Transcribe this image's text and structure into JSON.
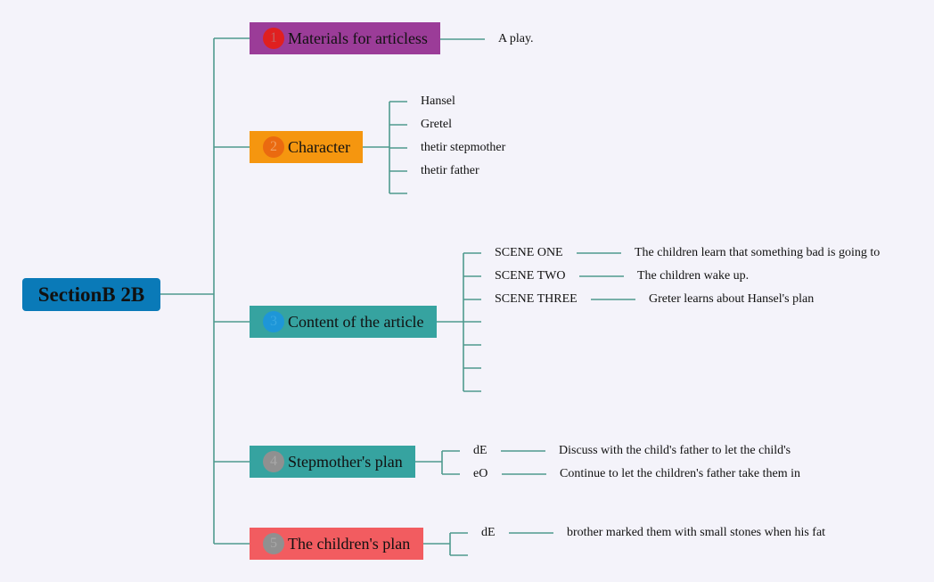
{
  "root": {
    "label": "SectionB 2B",
    "color": "#0a7ab8"
  },
  "line_color": "#4f9a8e",
  "topics": [
    {
      "number": "1",
      "label": "Materials for articless",
      "color": "#9b3c98",
      "badge_color": "#e02020",
      "badge_text_color": "#c46060",
      "children": [
        {
          "label": "A play.",
          "detail": ""
        }
      ]
    },
    {
      "number": "2",
      "label": "Character",
      "color": "#f5960f",
      "badge_color": "#ea6a10",
      "badge_text_color": "#f0a060",
      "children": [
        {
          "label": "Hansel",
          "detail": ""
        },
        {
          "label": "Gretel",
          "detail": ""
        },
        {
          "label": "thetir stepmother",
          "detail": ""
        },
        {
          "label": "thetir father",
          "detail": ""
        },
        {
          "label": "",
          "detail": ""
        }
      ]
    },
    {
      "number": "3",
      "label": "Content of the article",
      "color": "#36a3a0",
      "badge_color": "#1e96d8",
      "badge_text_color": "#3aa8e0",
      "children": [
        {
          "label": "SCENE ONE",
          "detail": "The children learn that something bad is going to"
        },
        {
          "label": "SCENE TWO",
          "detail": "The children wake up."
        },
        {
          "label": "SCENE THREE",
          "detail": "Greter learns about Hansel's plan"
        },
        {
          "label": "",
          "detail": ""
        },
        {
          "label": "",
          "detail": ""
        },
        {
          "label": "",
          "detail": ""
        },
        {
          "label": "",
          "detail": ""
        }
      ]
    },
    {
      "number": "4",
      "label": "Stepmother's plan",
      "color": "#36a3a0",
      "badge_color": "#909090",
      "badge_text_color": "#a8a8a8",
      "children": [
        {
          "label": "dE",
          "detail": "Discuss with the child's father to let the child's"
        },
        {
          "label": "eO",
          "detail": "Continue to let the children's father take them in"
        }
      ]
    },
    {
      "number": "5",
      "label": "The children's plan",
      "color": "#f25c60",
      "badge_color": "#909090",
      "badge_text_color": "#a8a8a8",
      "children": [
        {
          "label": "dE",
          "detail": "brother marked them with small stones when his fat"
        },
        {
          "label": "",
          "detail": ""
        }
      ]
    }
  ]
}
